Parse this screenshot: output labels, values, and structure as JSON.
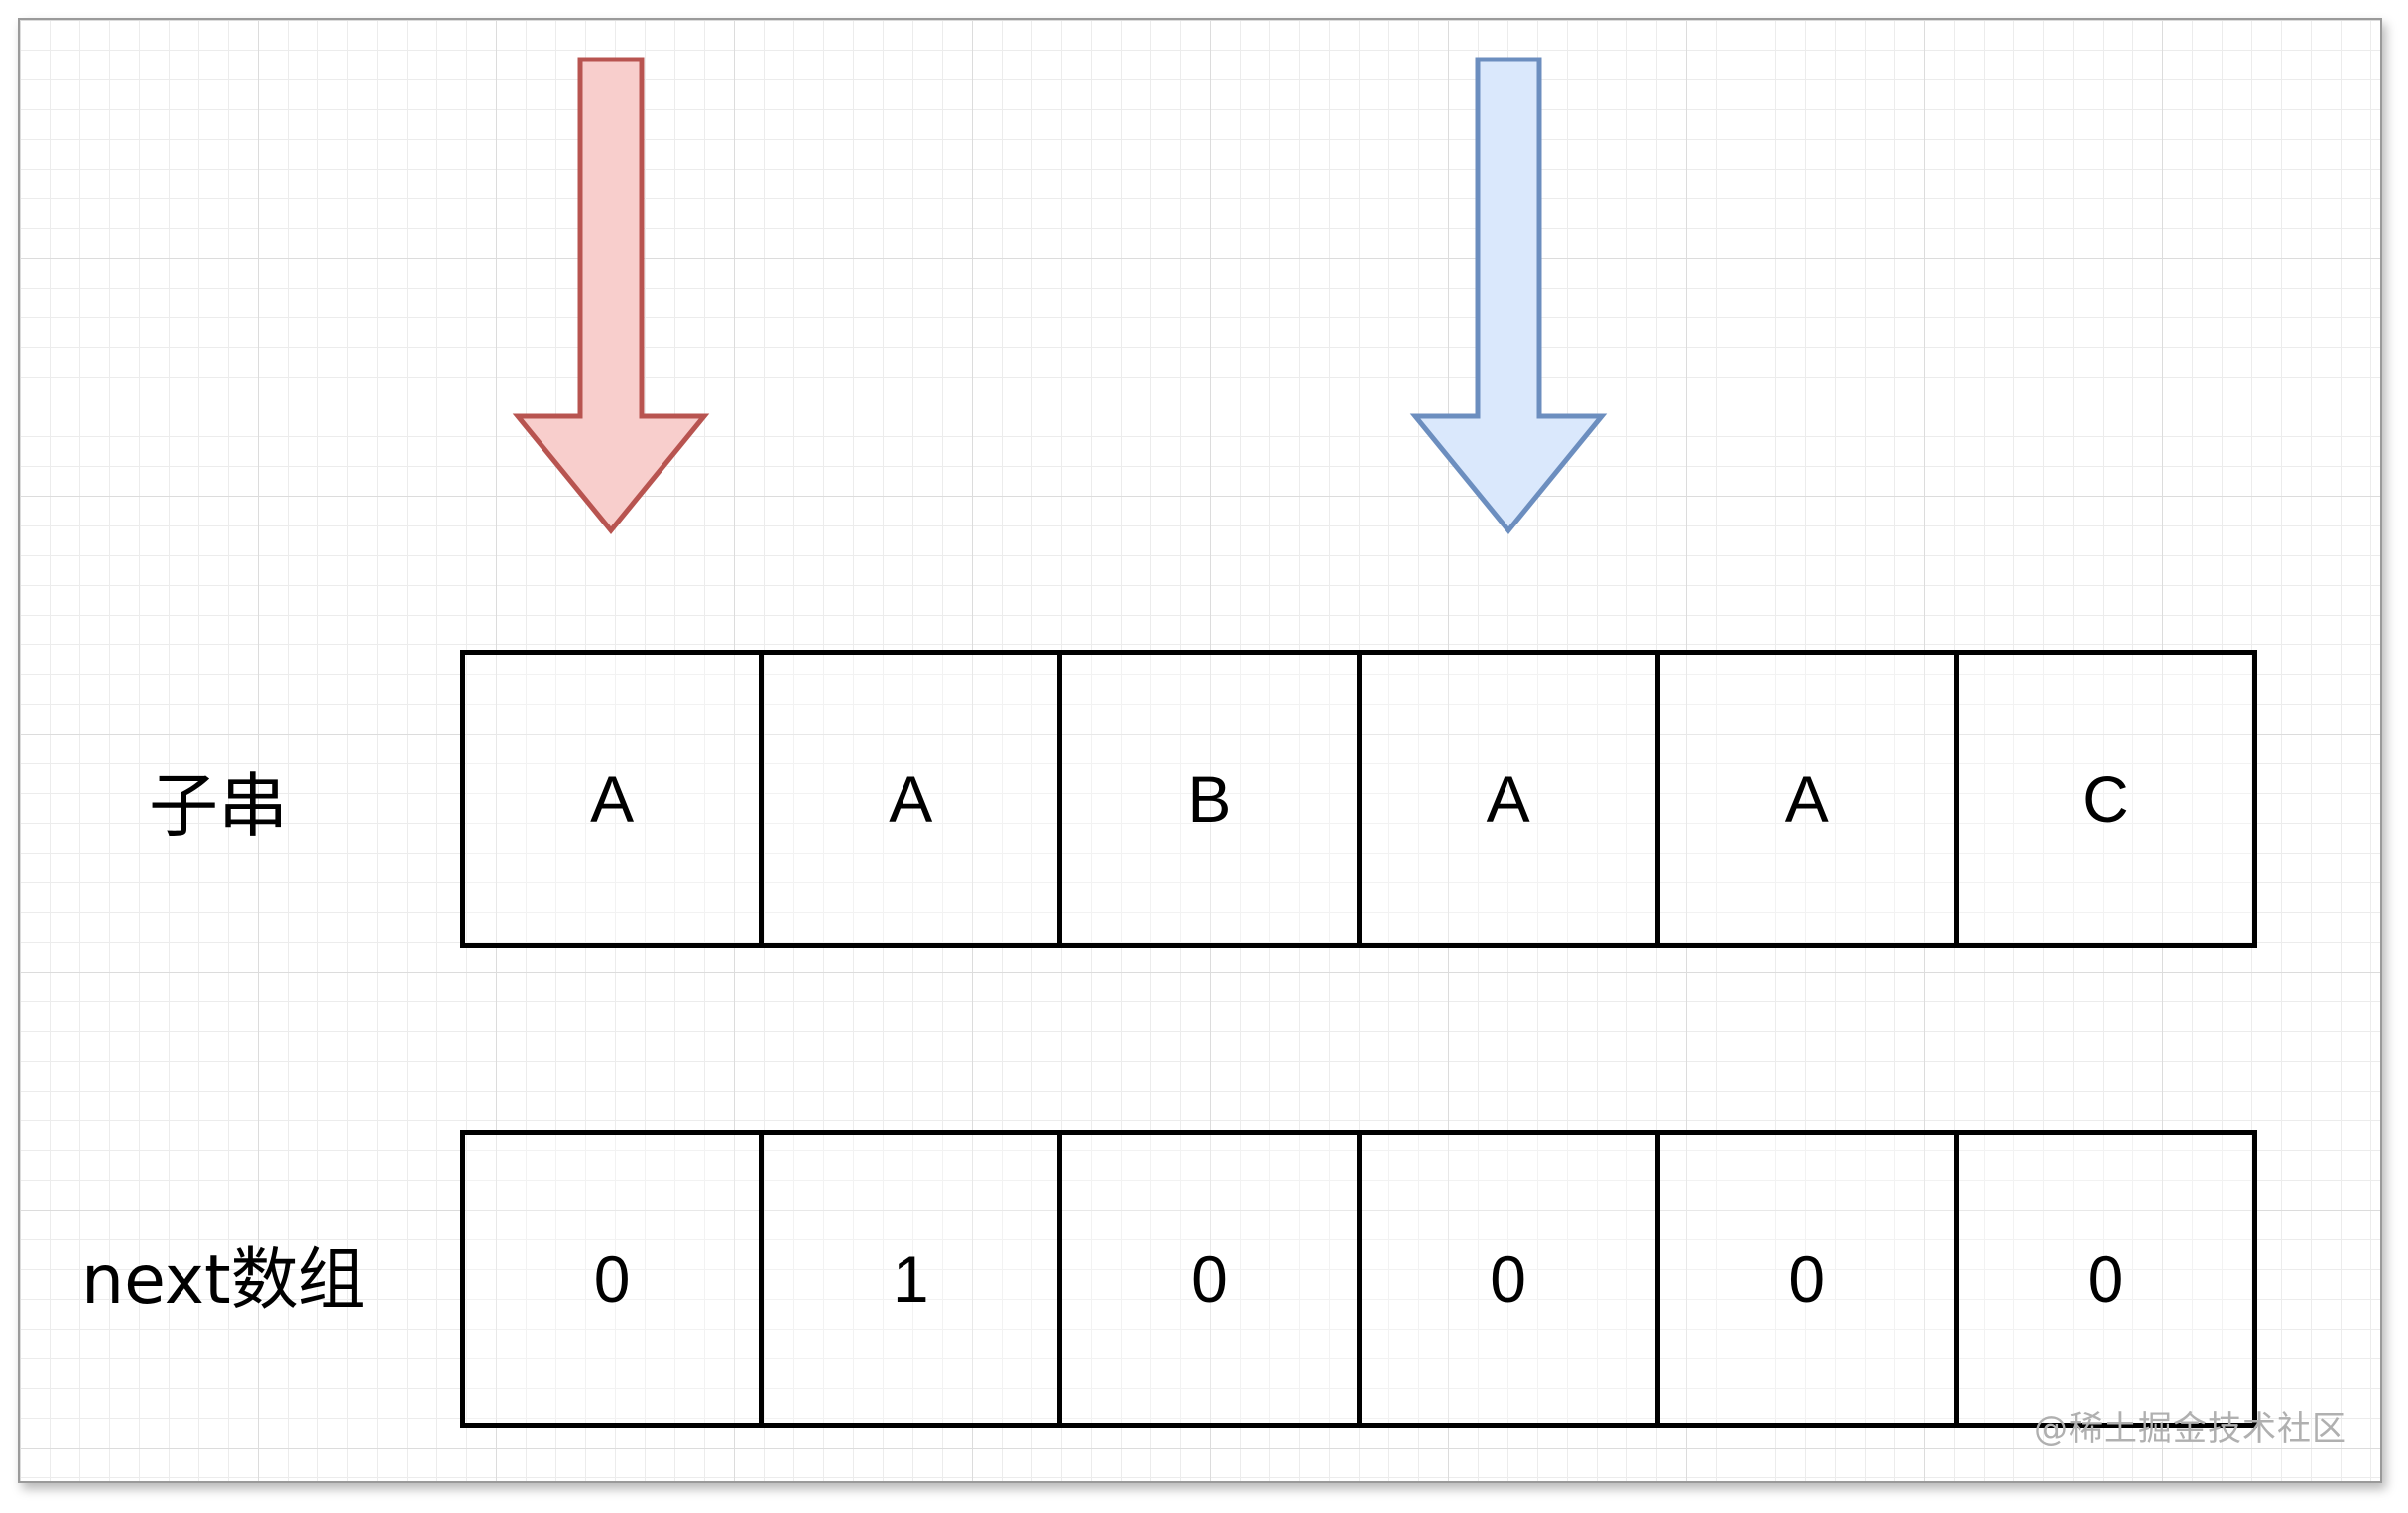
{
  "rows": {
    "substring": {
      "label": "子串",
      "cells": [
        "A",
        "A",
        "B",
        "A",
        "A",
        "C"
      ]
    },
    "next_array": {
      "label": "next数组",
      "cells": [
        "0",
        "1",
        "0",
        "0",
        "0",
        "0"
      ]
    }
  },
  "pointers": {
    "left": {
      "fill": "#f8cecc",
      "stroke": "#b85450",
      "index": 0
    },
    "right": {
      "fill": "#dae8fc",
      "stroke": "#6c8ebf",
      "index": 3
    }
  },
  "watermark": "@稀土掘金技术社区"
}
